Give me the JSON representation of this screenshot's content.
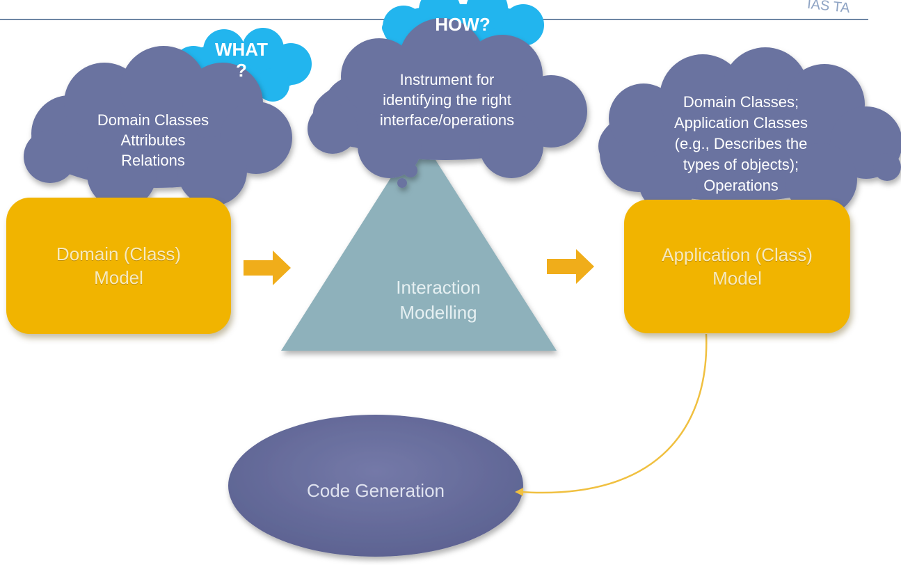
{
  "header": {
    "corner_text": "IAS TA"
  },
  "domain_model": {
    "label": "Domain (Class)\nModel"
  },
  "interaction": {
    "label": "Interaction\nModelling"
  },
  "application_model": {
    "label": "Application (Class)\nModel"
  },
  "code_generation": {
    "label": "Code Generation"
  },
  "what_bubble": {
    "label": "WHAT\n?"
  },
  "how_bubble": {
    "label": "HOW?"
  },
  "domain_cloud": {
    "text": "Domain Classes\nAttributes\nRelations"
  },
  "interaction_cloud": {
    "text": "Instrument for\nidentifying the right\ninterface/operations"
  },
  "application_cloud": {
    "text": "Domain Classes;\nApplication Classes\n(e.g., Describes the\ntypes of objects);\nOperations"
  },
  "colors": {
    "box": "#f1b400",
    "cloud": "#6a73a0",
    "bubble": "#22b5ee",
    "triangle": "#8eb1bb",
    "ellipse": "#666d9c",
    "connector": "#f0c040",
    "header_line": "#6d86a4"
  }
}
